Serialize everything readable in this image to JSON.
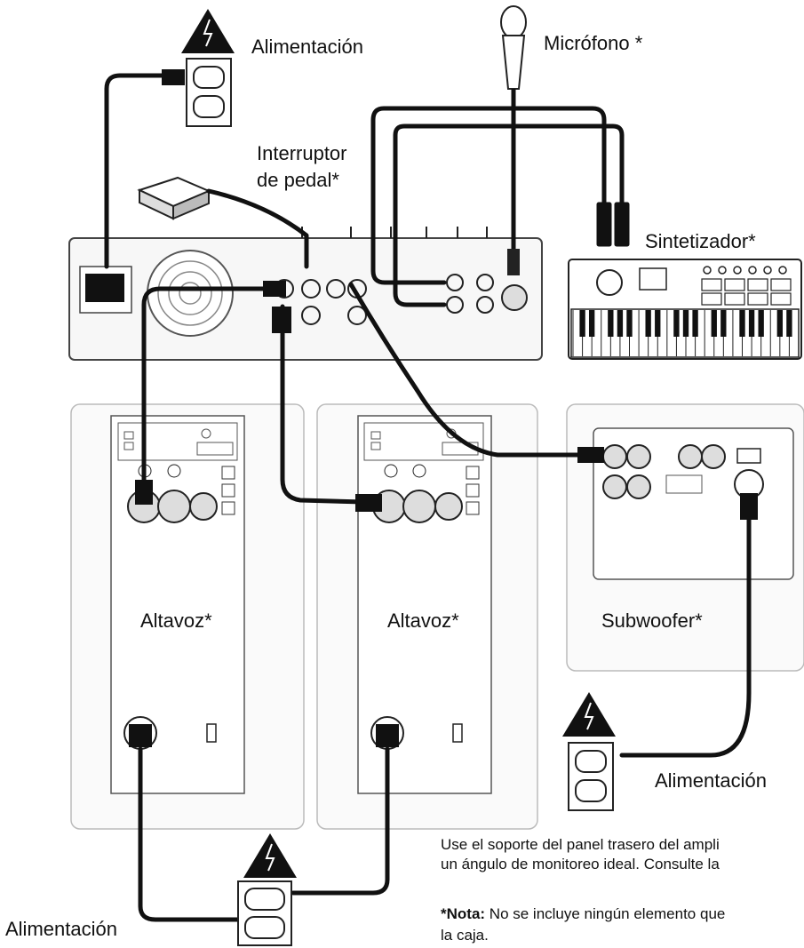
{
  "labels": {
    "power_top": "Alimentación",
    "microphone": "Micrófono *",
    "footswitch_line1": "Interruptor",
    "footswitch_line2": "de pedal*",
    "synth": "Sintetizador*",
    "speaker_left": "Altavoz*",
    "speaker_right": "Altavoz*",
    "subwoofer": "Subwoofer*",
    "power_subwoofer": "Alimentación",
    "power_bottom": "Alimentación"
  },
  "notes": {
    "line1": "Use el soporte del panel trasero del ampli",
    "line2": "un ángulo de monitoreo ideal. Consulte la",
    "nota_bold": "*Nota:",
    "nota_rest": " No se incluye ningún elemento que",
    "nota_line2": "la caja."
  },
  "colors": {
    "cable": "#111111",
    "outline": "#333333",
    "panel_fill": "#f7f7f7",
    "box_fill": "#ffffff"
  }
}
